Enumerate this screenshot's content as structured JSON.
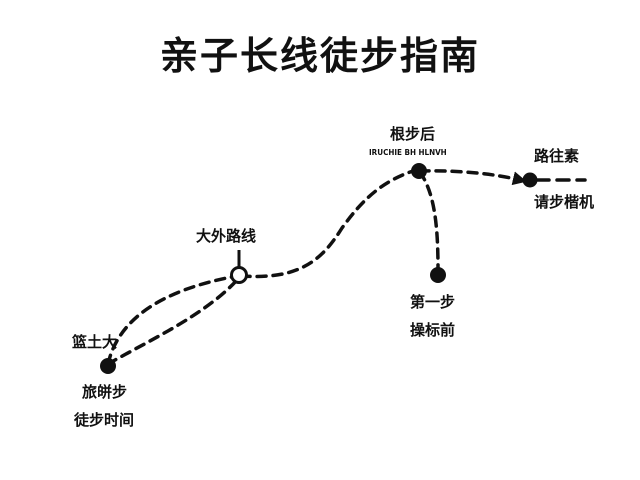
{
  "title": "亲子长线徒步指南",
  "nodes": {
    "start": {
      "label": "篮土大",
      "sub_line1": "旅皏步",
      "sub_line2": "徒步时间"
    },
    "mid": {
      "label": "大外路线"
    },
    "peak": {
      "label": "根步后",
      "tiny_text": "IRUCHIE BH HLNVH"
    },
    "branch": {
      "label_line1": "第一步",
      "label_line2": "操标前"
    },
    "end": {
      "label": "路往素",
      "sub": "请步楷机"
    }
  },
  "colors": {
    "ink": "#111111",
    "background": "#ffffff"
  }
}
